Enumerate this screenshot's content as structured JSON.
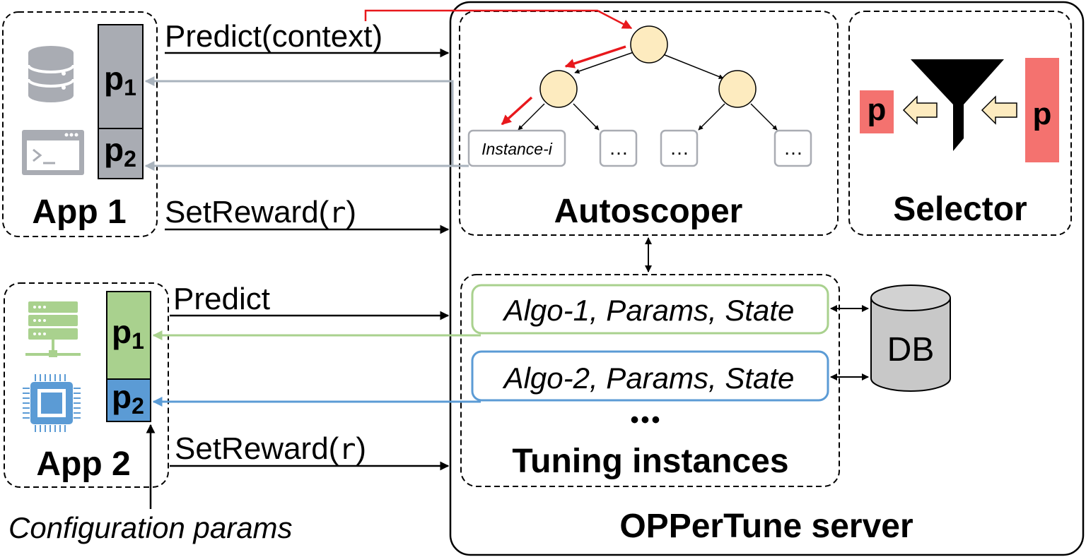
{
  "colors": {
    "red": "#e8181c",
    "gray_arrow": "#a9b3bd",
    "green": "#a9d18e",
    "blue": "#5b9bd5",
    "param_gray": "#a9acb3",
    "selector_red": "#f4726f",
    "node_fill": "#fdebbf",
    "db_gray": "#c8c8c8"
  },
  "app1": {
    "label": "App 1",
    "icons": [
      "database-icon",
      "terminal-icon"
    ],
    "params": [
      {
        "name": "p",
        "sub": "1"
      },
      {
        "name": "p",
        "sub": "2"
      }
    ],
    "predict_label": "Predict(context)",
    "reward_label": "SetReward(",
    "reward_var": "r",
    "reward_close": ")"
  },
  "app2": {
    "label": "App 2",
    "icons": [
      "server-rack-icon",
      "cpu-chip-icon"
    ],
    "params": [
      {
        "name": "p",
        "sub": "1"
      },
      {
        "name": "p",
        "sub": "2"
      }
    ],
    "predict_label": "Predict",
    "reward_label": "SetReward(",
    "reward_var": "r",
    "reward_close": ")",
    "config_label": "Configuration params"
  },
  "server": {
    "title": "OPPerTune server",
    "autoscoper": {
      "title": "Autoscoper",
      "leaf_instance": "Instance-i",
      "leaf_ellipsis": "…"
    },
    "selector": {
      "title": "Selector",
      "output": "p",
      "input": "p"
    },
    "tuning": {
      "title": "Tuning instances",
      "rows": [
        "Algo-1, Params, State",
        "Algo-2, Params, State"
      ],
      "more": "•••"
    },
    "db_label": "DB"
  }
}
